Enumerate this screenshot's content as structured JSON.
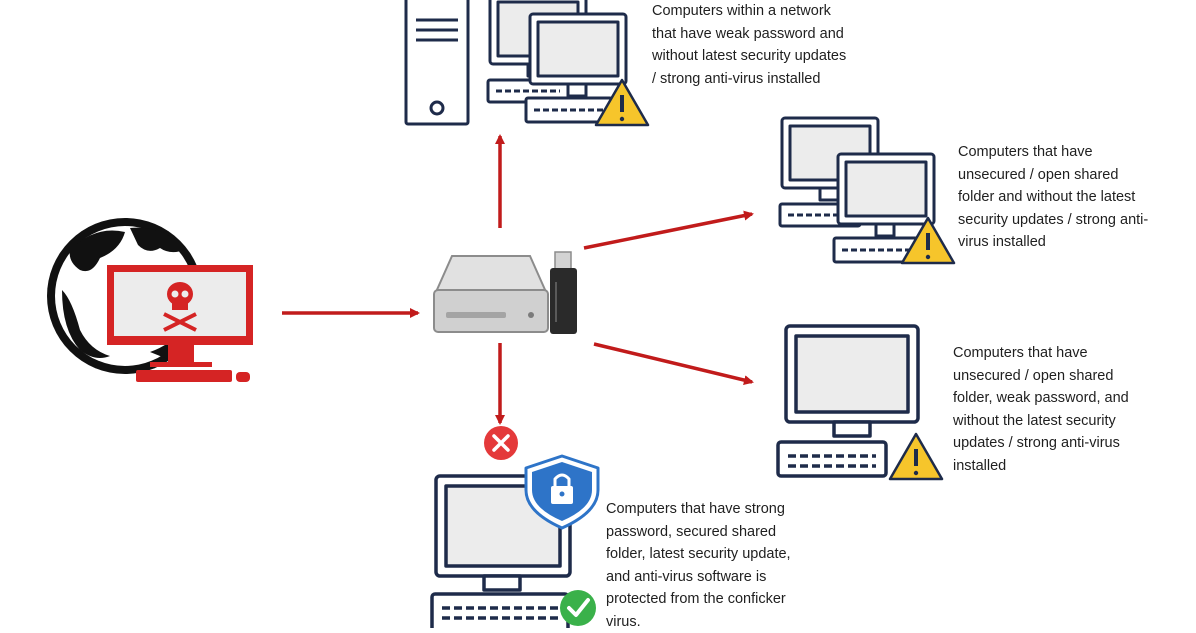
{
  "colors": {
    "outline": "#1e2b4a",
    "attack_red": "#d52424",
    "arrow_red": "#c11b1b",
    "warning_yellow": "#f6c52b",
    "shield_blue": "#2e74c8",
    "ok_green": "#3ab14a",
    "x_red": "#e4393a",
    "globe_black": "#111111"
  },
  "icons": {
    "attacker": "infected-computer-globe-icon",
    "hub": "storage-drive-usb-icon",
    "warning": "warning-triangle-icon",
    "blocked": "red-x-circle-icon",
    "shield": "shield-lock-icon",
    "ok": "green-check-circle-icon"
  },
  "descriptions": [
    "Computers within a network\nthat have weak password and\nwithout latest security updates\n/ strong anti-virus installed",
    "Computers that have\nunsecured / open shared\nfolder and without the latest\nsecurity updates / strong anti-\nvirus installed",
    "Computers that have\nunsecured / open shared\nfolder, weak password, and\nwithout the latest security\nupdates / strong anti-virus\ninstalled",
    "Computers that have strong\npassword,  secured shared\nfolder, latest security update,\nand anti-virus software is\nprotected from the conficker\nvirus."
  ]
}
